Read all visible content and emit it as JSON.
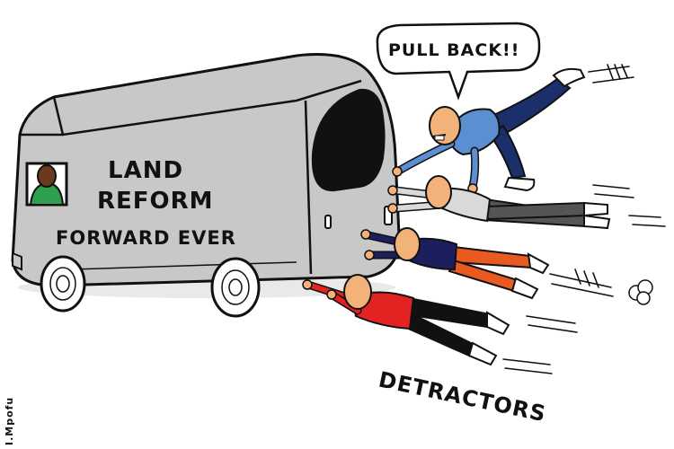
{
  "speech_bubble": "PULL BACK!!",
  "van_text": {
    "line1": "LAND",
    "line2": "REFORM",
    "line3": "FORWARD EVER"
  },
  "caption": "DETRACTORS",
  "signature": "I.Mpofu",
  "colors": {
    "van": "#c8c8c8",
    "outline": "#111111",
    "driver_shirt": "#2e9e4f",
    "man1_shirt": "#5b8fd1",
    "man1_pants": "#1b2f6a",
    "man2_shirt": "#d9d9d9",
    "man2_pants": "#555555",
    "man3_shirt": "#1c1f5e",
    "man3_pants": "#e85a1f",
    "man4_shirt": "#e32222",
    "man4_pants": "#111111",
    "skin": "#f2b27a"
  }
}
